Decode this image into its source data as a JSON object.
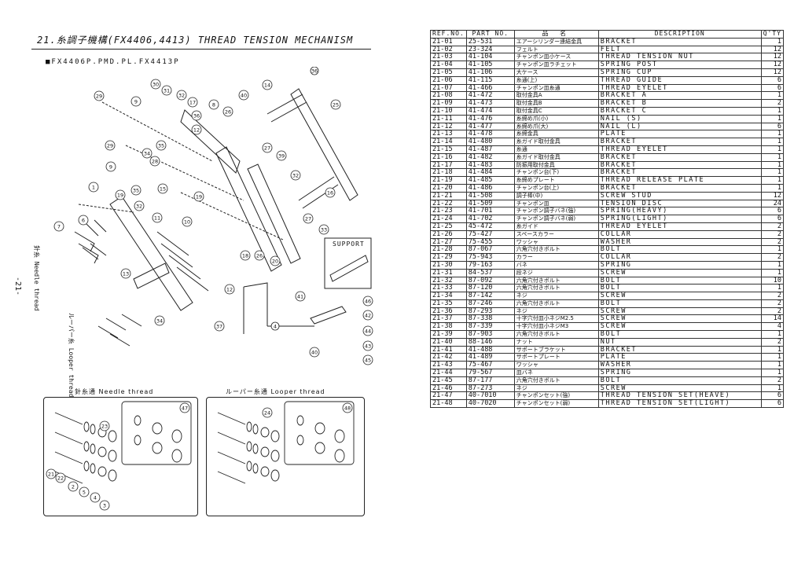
{
  "header": {
    "title": "21.糸調子機構(FX4406,4413)  THREAD TENSION MECHANISM",
    "subtitle": "■FX4406P.PMD.PL.FX4413P",
    "page_number": "-21-"
  },
  "diagram": {
    "support_label": "SUPPORT",
    "needle_thread_vertical": "針糸 Needle thread",
    "looper_thread_vertical": "ルーパー糸 Looper thread",
    "needle_box_label": "針糸通  Needle thread",
    "looper_box_label": "ルーパー糸通  Looper thread",
    "callouts": [
      "29",
      "9",
      "30",
      "31",
      "32",
      "17",
      "8",
      "26",
      "14",
      "36",
      "40",
      "25",
      "32",
      "35",
      "12",
      "36",
      "32",
      "34",
      "29",
      "27",
      "39",
      "9",
      "28",
      "35",
      "15",
      "32",
      "19",
      "16",
      "1",
      "19",
      "32",
      "7",
      "6",
      "11",
      "10",
      "27",
      "33",
      "18",
      "26",
      "20",
      "13",
      "12",
      "34",
      "37",
      "41",
      "4",
      "46",
      "42",
      "44",
      "43",
      "45",
      "40",
      "47",
      "23",
      "21",
      "22",
      "2",
      "5",
      "3",
      "24",
      "48"
    ]
  },
  "table": {
    "headers": {
      "ref": "REF.NO.",
      "part": "PART  NO.",
      "jp": "品  名",
      "desc": "DESCRIPTION",
      "qty": "Q'TY"
    },
    "rows": [
      {
        "ref": "21-01",
        "part": "25-531",
        "jp": "エアーシリンダー連結金具",
        "desc": "BRACKET",
        "qty": "1"
      },
      {
        "ref": "21-02",
        "part": "23-324",
        "jp": "フェルト",
        "desc": "FELT",
        "qty": "12"
      },
      {
        "ref": "21-03",
        "part": "41-104",
        "jp": "チャンポン皿小ケース",
        "desc": "THREAD TENSION NUT",
        "qty": "12"
      },
      {
        "ref": "21-04",
        "part": "41-105",
        "jp": "チャンポン皿ラチェット",
        "desc": "SPRING POST",
        "qty": "12"
      },
      {
        "ref": "21-05",
        "part": "41-106",
        "jp": "大ケース",
        "desc": "SPRING CUP",
        "qty": "12"
      },
      {
        "ref": "21-06",
        "part": "41-115",
        "jp": "糸通(上)",
        "desc": "THREAD GUIDE",
        "qty": "6"
      },
      {
        "ref": "21-07",
        "part": "41-466",
        "jp": "チャンポン皿糸通",
        "desc": "THREAD EYELET",
        "qty": "6"
      },
      {
        "ref": "21-08",
        "part": "41-472",
        "jp": "取付金具A",
        "desc": "BRACKET A",
        "qty": "1"
      },
      {
        "ref": "21-09",
        "part": "41-473",
        "jp": "取付金具B",
        "desc": "BRACKET B",
        "qty": "2"
      },
      {
        "ref": "21-10",
        "part": "41-474",
        "jp": "取付金具C",
        "desc": "BRACKET C",
        "qty": "1"
      },
      {
        "ref": "21-11",
        "part": "41-476",
        "jp": "糸締め爪(小)",
        "desc": "NAIL (S)",
        "qty": "1"
      },
      {
        "ref": "21-12",
        "part": "41-477",
        "jp": "糸締め爪(大)",
        "desc": "NAIL (L)",
        "qty": "6"
      },
      {
        "ref": "21-13",
        "part": "41-478",
        "jp": "糸締金具",
        "desc": "PLATE",
        "qty": "1"
      },
      {
        "ref": "21-14",
        "part": "41-480",
        "jp": "糸ガイド取付金具",
        "desc": "BRACKET",
        "qty": "1"
      },
      {
        "ref": "21-15",
        "part": "41-487",
        "jp": "糸通",
        "desc": "THREAD EYELET",
        "qty": "1"
      },
      {
        "ref": "21-16",
        "part": "41-482",
        "jp": "糸ガイド取付金具",
        "desc": "BRACKET",
        "qty": "1"
      },
      {
        "ref": "21-17",
        "part": "41-483",
        "jp": "防振用取付金具",
        "desc": "BRACKET",
        "qty": "1"
      },
      {
        "ref": "21-18",
        "part": "41-484",
        "jp": "チャンポン台(下)",
        "desc": "BRACKET",
        "qty": "1"
      },
      {
        "ref": "21-19",
        "part": "41-485",
        "jp": "糸締めプレート",
        "desc": "THREAD RELEASE PLATE",
        "qty": "1"
      },
      {
        "ref": "21-20",
        "part": "41-486",
        "jp": "チャンポン台(上)",
        "desc": "BRACKET",
        "qty": "1"
      },
      {
        "ref": "21-21",
        "part": "41-508",
        "jp": "調子棒(中)",
        "desc": "SCREW STUD",
        "qty": "12"
      },
      {
        "ref": "21-22",
        "part": "41-509",
        "jp": "チャンポン皿",
        "desc": "TENSION DISC",
        "qty": "24"
      },
      {
        "ref": "21-23",
        "part": "41-701",
        "jp": "チャンポン調子バネ(強)",
        "desc": "SPRING(HEAVY)",
        "qty": "6"
      },
      {
        "ref": "21-24",
        "part": "41-702",
        "jp": "チャンポン調子バネ(弱)",
        "desc": "SPRING(LIGHT)",
        "qty": "6"
      },
      {
        "ref": "21-25",
        "part": "45-472",
        "jp": "糸ガイド",
        "desc": "THREAD EYELET",
        "qty": "2"
      },
      {
        "ref": "21-26",
        "part": "75-427",
        "jp": "スペースカラー",
        "desc": "COLLAR",
        "qty": "2"
      },
      {
        "ref": "21-27",
        "part": "75-455",
        "jp": "ワッシャ",
        "desc": "WASHER",
        "qty": "2"
      },
      {
        "ref": "21-28",
        "part": "87-067",
        "jp": "六角穴付きボルト",
        "desc": "BOLT",
        "qty": "1"
      },
      {
        "ref": "21-29",
        "part": "75-943",
        "jp": "カラー",
        "desc": "COLLAR",
        "qty": "2"
      },
      {
        "ref": "21-30",
        "part": "79-163",
        "jp": "バネ",
        "desc": "SPRING",
        "qty": "1"
      },
      {
        "ref": "21-31",
        "part": "84-537",
        "jp": "段ネジ",
        "desc": "SCREW",
        "qty": "1"
      },
      {
        "ref": "21-32",
        "part": "87-092",
        "jp": "六角穴付きボルト",
        "desc": "BOLT",
        "qty": "10"
      },
      {
        "ref": "21-33",
        "part": "87-120",
        "jp": "六角穴付きボルト",
        "desc": "BOLT",
        "qty": "1"
      },
      {
        "ref": "21-34",
        "part": "87-142",
        "jp": "ネジ",
        "desc": "SCREW",
        "qty": "2"
      },
      {
        "ref": "21-35",
        "part": "87-246",
        "jp": "六角穴付きボルト",
        "desc": "BOLT",
        "qty": "2"
      },
      {
        "ref": "21-36",
        "part": "87-293",
        "jp": "ネジ",
        "desc": "SCREW",
        "qty": "2"
      },
      {
        "ref": "21-37",
        "part": "87-338",
        "jp": "十字穴付皿小ネジM2.5",
        "desc": "SCREW",
        "qty": "14"
      },
      {
        "ref": "21-38",
        "part": "87-339",
        "jp": "十字穴付皿小ネジM3",
        "desc": "SCREW",
        "qty": "4"
      },
      {
        "ref": "21-39",
        "part": "87-903",
        "jp": "六角穴付きボルト",
        "desc": "BOLT",
        "qty": "1"
      },
      {
        "ref": "21-40",
        "part": "88-146",
        "jp": "ナット",
        "desc": "NUT",
        "qty": "2"
      },
      {
        "ref": "21-41",
        "part": "41-488",
        "jp": "サポートブラケット",
        "desc": "BRACKET",
        "qty": "1"
      },
      {
        "ref": "21-42",
        "part": "41-489",
        "jp": "サポートプレート",
        "desc": "PLATE",
        "qty": "1"
      },
      {
        "ref": "21-43",
        "part": "75-467",
        "jp": "ワッシャ",
        "desc": "WASHER",
        "qty": "1"
      },
      {
        "ref": "21-44",
        "part": "79-567",
        "jp": "皿バネ",
        "desc": "SPRING",
        "qty": "1"
      },
      {
        "ref": "21-45",
        "part": "87-177",
        "jp": "六角穴付きボルト",
        "desc": "BOLT",
        "qty": "2"
      },
      {
        "ref": "21-46",
        "part": "87-273",
        "jp": "ネジ",
        "desc": "SCREW",
        "qty": "1"
      },
      {
        "ref": "21-47",
        "part": "40-7010",
        "jp": "チャンポンセット(強)",
        "desc": "THREAD TENSION SET(HEAVE)",
        "qty": "6"
      },
      {
        "ref": "21-48",
        "part": "40-7020",
        "jp": "チャンポンセット(弱)",
        "desc": "THREAD TENSION SET(LIGHT)",
        "qty": "6"
      }
    ]
  }
}
